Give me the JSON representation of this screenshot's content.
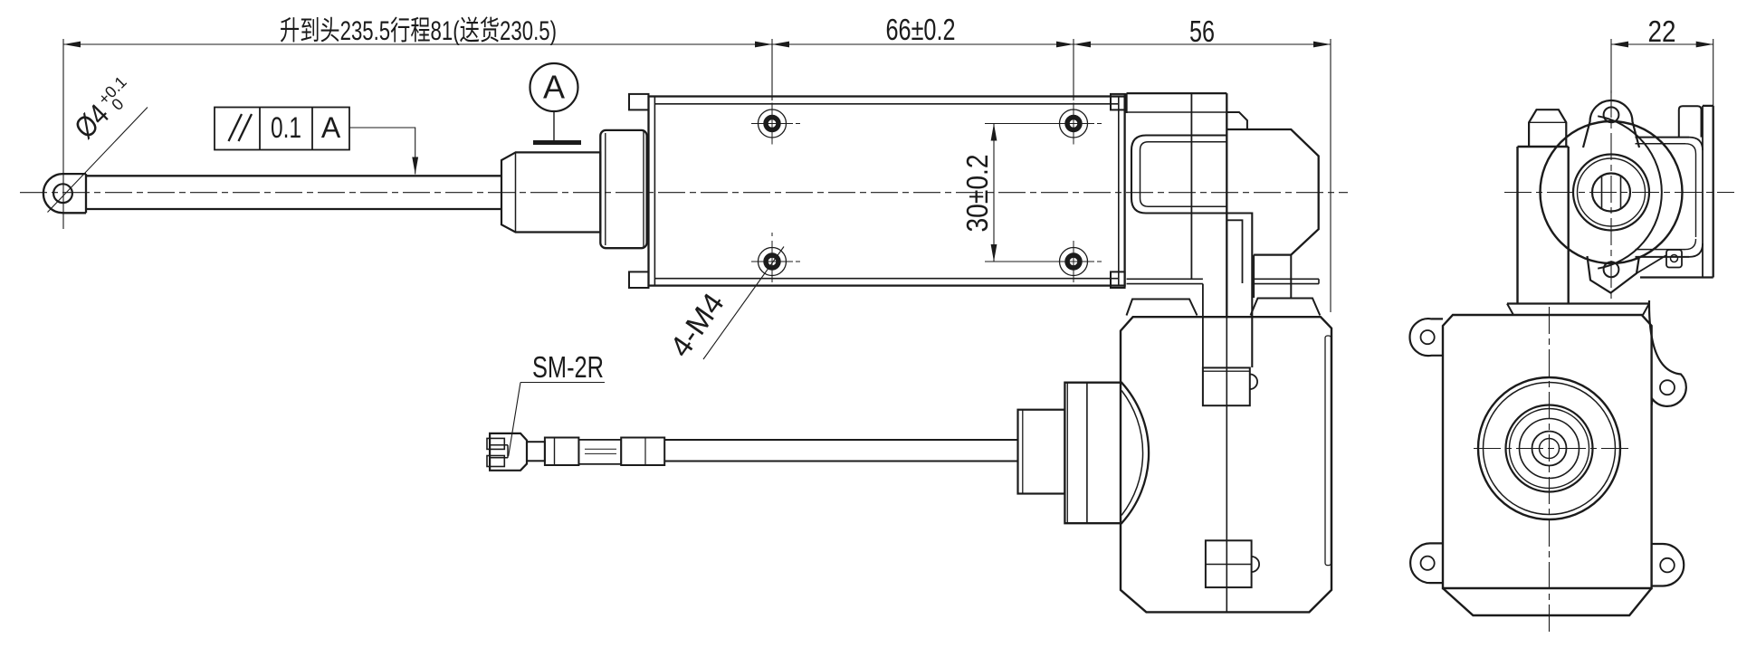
{
  "drawing": {
    "type": "mechanical engineering drawing, linear actuator, two orthographic views",
    "dimensions": {
      "overall_length": "升到头235.5行程81(送货230.5)",
      "mount_hole_span": "66±0.2",
      "motor_section_width": "56",
      "bracket_offset": "22",
      "mount_hole_vertical": "30±0.2"
    },
    "annotations": {
      "thread_callout": "4-M4",
      "connector_callout": "SM-2R",
      "rod_hole_diameter": "Ø4",
      "rod_hole_tol_upper": "+0.1",
      "rod_hole_tol_lower": "0",
      "fcf_tolerance_value": "0.1",
      "fcf_datum_ref": "A",
      "datum_feature_label": "A"
    },
    "colors": {
      "line": "#1b1b1b",
      "background": "#ffffff"
    }
  }
}
